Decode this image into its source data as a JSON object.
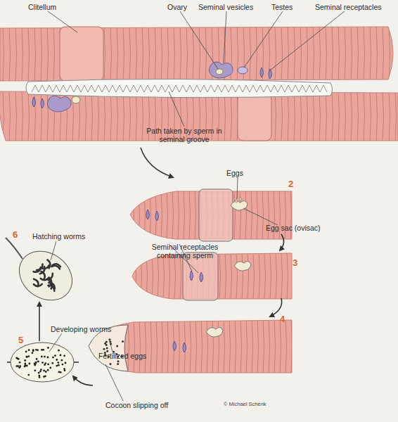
{
  "diagram": {
    "labels": [
      "Clitellum",
      "Ovary",
      "Seminal vesicles",
      "Testes",
      "Seminal receptacles",
      "Path taken by sperm in seminal groove",
      "Eggs",
      "2",
      "Egg sac (ovisac)",
      "Seminal receptacles containing sperm",
      "3",
      "4",
      "Fertilized eggs",
      "Cocoon slipping off",
      "5",
      "Developing worms",
      "6",
      "Hatching worms",
      "© Michael Schenk"
    ]
  }
}
